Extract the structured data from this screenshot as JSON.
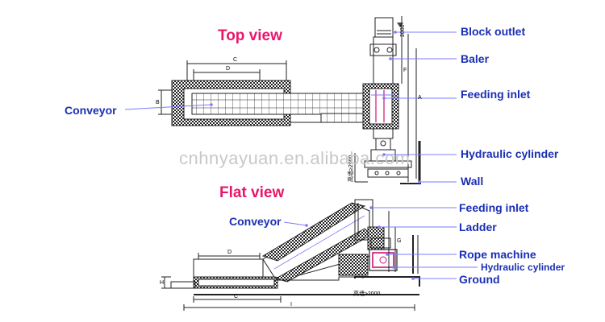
{
  "titles": {
    "top_view": "Top view",
    "flat_view": "Flat view"
  },
  "labels": {
    "block_outlet": "Block outlet",
    "baler": "Baler",
    "feeding_inlet_top": "Feeding inlet",
    "conveyor_top": "Conveyor",
    "hydraulic_cylinder_top": "Hydraulic cylinder",
    "wall": "Wall",
    "feeding_inlet_flat": "Feeding inlet",
    "conveyor_flat": "Conveyor",
    "ladder": "Ladder",
    "rope_machine": "Rope machine",
    "hydraulic_cylinder_flat": "Hydraulic cylinder",
    "ground": "Ground"
  },
  "dimensions": {
    "top_c": "C",
    "top_d": "D",
    "top_b": "B",
    "top_a": "A",
    "top_f": "F",
    "top_2000": "2000",
    "top_wall_gap": "高墙≥2000",
    "flat_d": "D",
    "flat_c": "C",
    "flat_i": "I",
    "flat_g": "G",
    "flat_h": "H",
    "flat_floor": "高墙≥2000"
  },
  "watermark": "cnhnyayuan.en.alibaba.com",
  "colors": {
    "title": "#e8176b",
    "label": "#1a2fb4",
    "accent": "#7b7bff"
  }
}
